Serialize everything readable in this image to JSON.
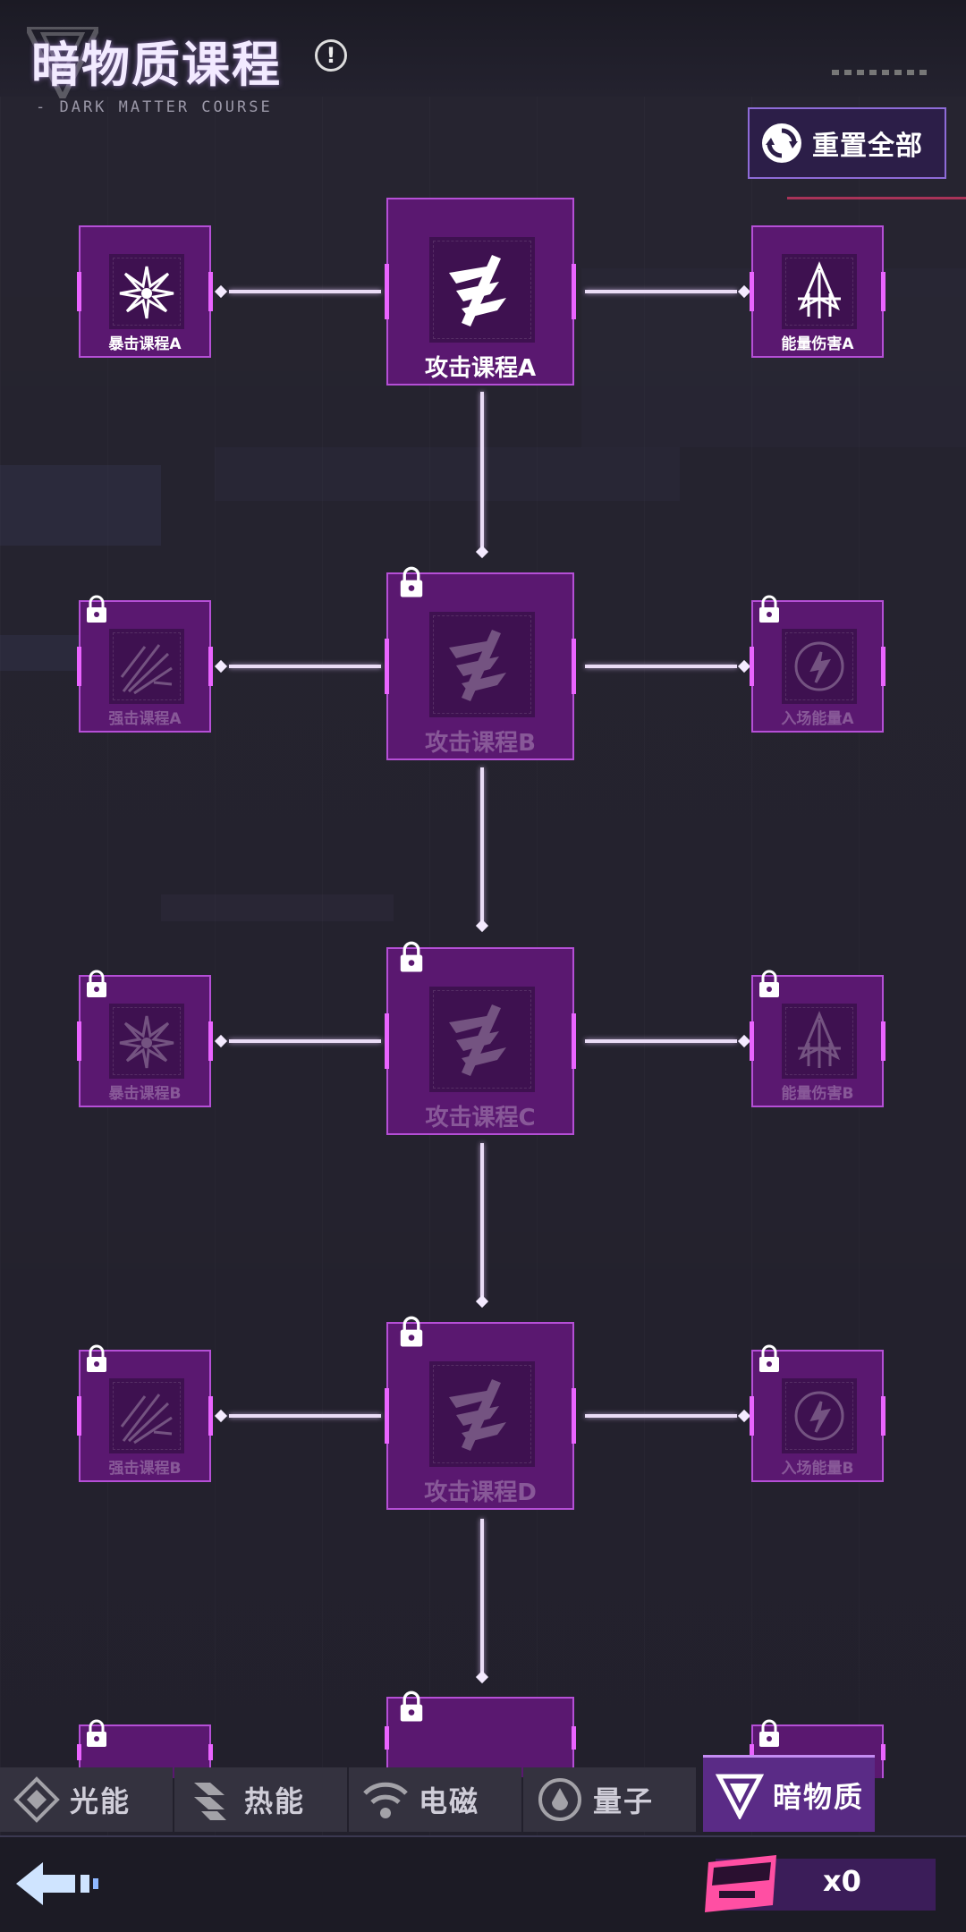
{
  "header": {
    "title": "暗物质课程",
    "subtitle": "- DARK MATTER COURSE",
    "info_icon": "!",
    "reset_label": "重置全部"
  },
  "tree": {
    "rows": [
      {
        "left": {
          "label": "暴击课程A",
          "icon": "burst-icon",
          "locked": false
        },
        "center": {
          "label": "攻击课程A",
          "icon": "attack-icon",
          "locked": false
        },
        "right": {
          "label": "能量伤害A",
          "icon": "trident-icon",
          "locked": false
        }
      },
      {
        "left": {
          "label": "强击课程A",
          "icon": "shatter-icon",
          "locked": true
        },
        "center": {
          "label": "攻击课程B",
          "icon": "attack-icon",
          "locked": true
        },
        "right": {
          "label": "入场能量A",
          "icon": "vortex-icon",
          "locked": true
        }
      },
      {
        "left": {
          "label": "暴击课程B",
          "icon": "burst-icon",
          "locked": true
        },
        "center": {
          "label": "攻击课程C",
          "icon": "attack-icon",
          "locked": true
        },
        "right": {
          "label": "能量伤害B",
          "icon": "trident-icon",
          "locked": true
        }
      },
      {
        "left": {
          "label": "强击课程B",
          "icon": "shatter-icon",
          "locked": true
        },
        "center": {
          "label": "攻击课程D",
          "icon": "attack-icon",
          "locked": true
        },
        "right": {
          "label": "入场能量B",
          "icon": "vortex-icon",
          "locked": true
        }
      }
    ]
  },
  "tabs": [
    {
      "label": "光能",
      "icon": "diamond-icon",
      "active": false
    },
    {
      "label": "热能",
      "icon": "heat-icon",
      "active": false
    },
    {
      "label": "电磁",
      "icon": "wifi-icon",
      "active": false
    },
    {
      "label": "量子",
      "icon": "quantum-icon",
      "active": false
    },
    {
      "label": "暗物质",
      "icon": "dark-matter-icon",
      "active": true
    }
  ],
  "footer": {
    "currency_count": "x0"
  },
  "colors": {
    "node_fill": "#5a1870",
    "node_border": "#b54fd6",
    "active_tab": "#5a2b86",
    "background": "#22202c"
  }
}
